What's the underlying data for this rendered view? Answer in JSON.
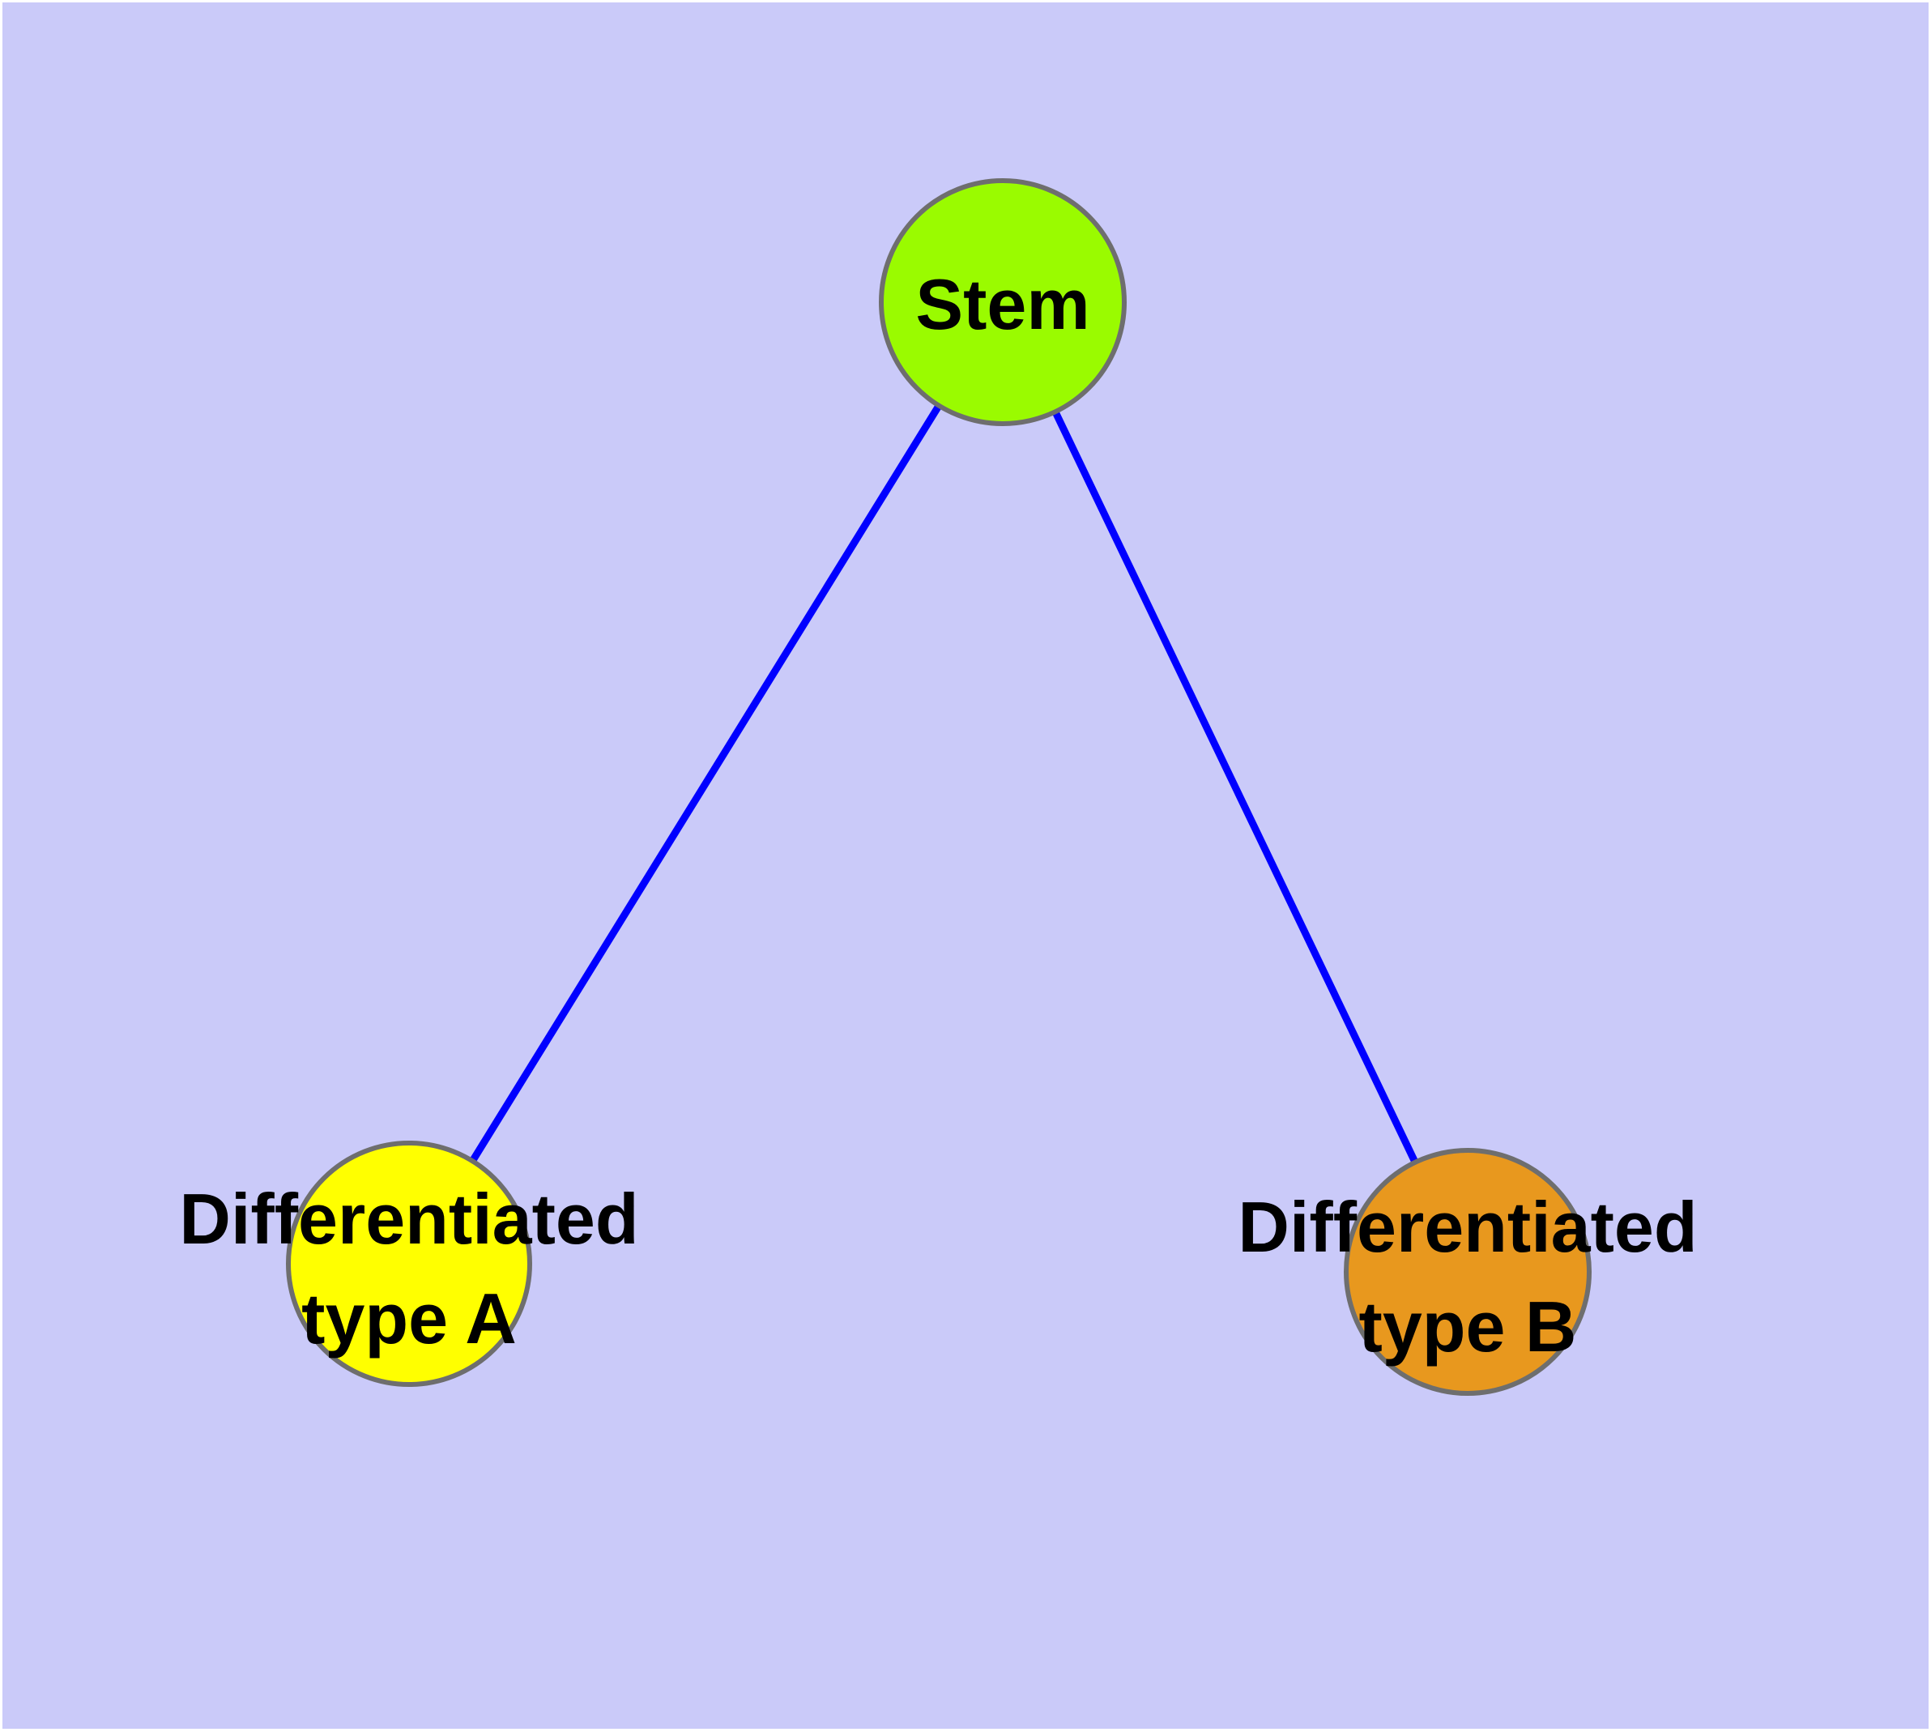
{
  "canvas": {
    "background_color": "#cacaf9",
    "frame_color": "#ffffff"
  },
  "edges": {
    "color": "#0000ff",
    "items": [
      {
        "from": "Stem",
        "to": "Differentiated type A"
      },
      {
        "from": "Stem",
        "to": "Differentiated type B"
      }
    ]
  },
  "nodes": {
    "border_color": "#6e6e6e",
    "label_color": "#000000",
    "stem": {
      "label": "Stem",
      "fill": "#9afb00"
    },
    "type_a": {
      "label_line1": "Differentiated",
      "label_line2": "type A",
      "fill": "#ffff00"
    },
    "type_b": {
      "label_line1": "Differentiated",
      "label_line2": "type B",
      "fill": "#e8981e"
    }
  }
}
